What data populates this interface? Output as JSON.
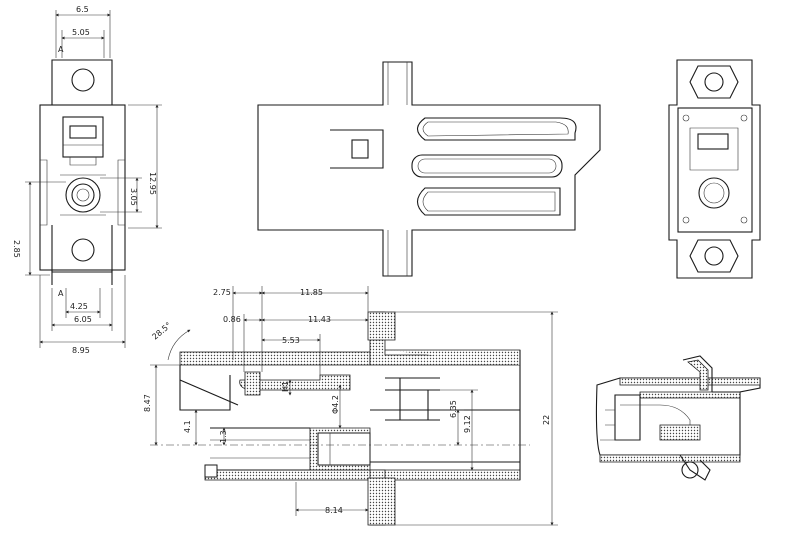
{
  "front_view": {
    "dim_overall_top": "6.5",
    "dim_inner_top": "5.05",
    "dim_height": "12.95",
    "dim_bore": "3.05",
    "dim_left": "2.85",
    "dim_bottom_inner": "4.25",
    "dim_bottom_mid": "6.05",
    "dim_bottom_overall": "8.95",
    "section_mark_top": "A",
    "section_mark_bottom": "A"
  },
  "section_view": {
    "dim_275": "2.75",
    "dim_1185": "11.85",
    "dim_086": "0.86",
    "dim_1143": "11.43",
    "dim_553": "5.53",
    "dim_angle": "28.5°",
    "dim_847": "8.47",
    "dim_41": "4.1",
    "dim_13": "1.3",
    "dim_h1": "H1",
    "dim_phi42": "Φ4.2",
    "dim_635": "6.35",
    "dim_912": "9.12",
    "dim_814": "8.14",
    "dim_22": "22"
  }
}
